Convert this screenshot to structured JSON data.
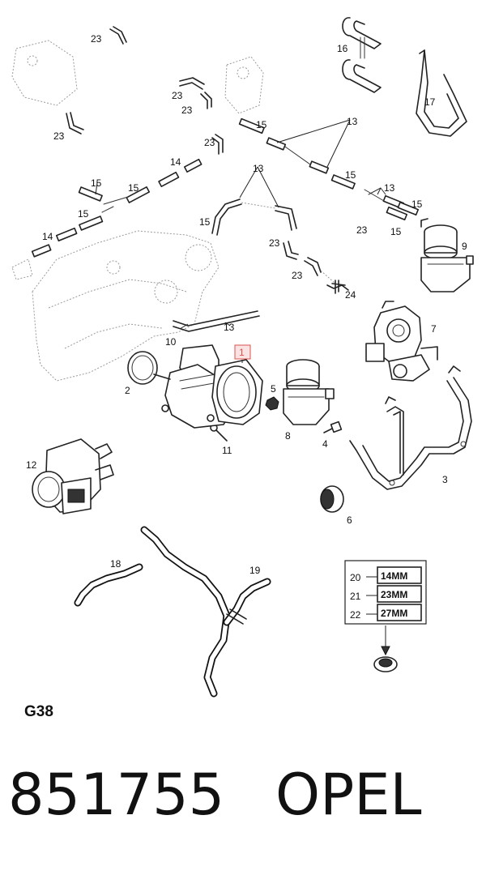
{
  "diagram": {
    "sheet_code": "G38",
    "highlighted_callout": "1",
    "callouts": [
      "1",
      "2",
      "3",
      "4",
      "5",
      "6",
      "7",
      "8",
      "9",
      "10",
      "11",
      "12",
      "13",
      "14",
      "15",
      "16",
      "17",
      "18",
      "19",
      "23",
      "24"
    ],
    "size_table": [
      {
        "ref": "20",
        "size": "14MM"
      },
      {
        "ref": "21",
        "size": "23MM"
      },
      {
        "ref": "22",
        "size": "27MM"
      }
    ],
    "colors": {
      "ink": "#222222",
      "highlight": "#d9534f",
      "highlight_fill": "#fbe3e3"
    }
  },
  "footer": {
    "part_number": "851755",
    "brand": "OPEL"
  }
}
